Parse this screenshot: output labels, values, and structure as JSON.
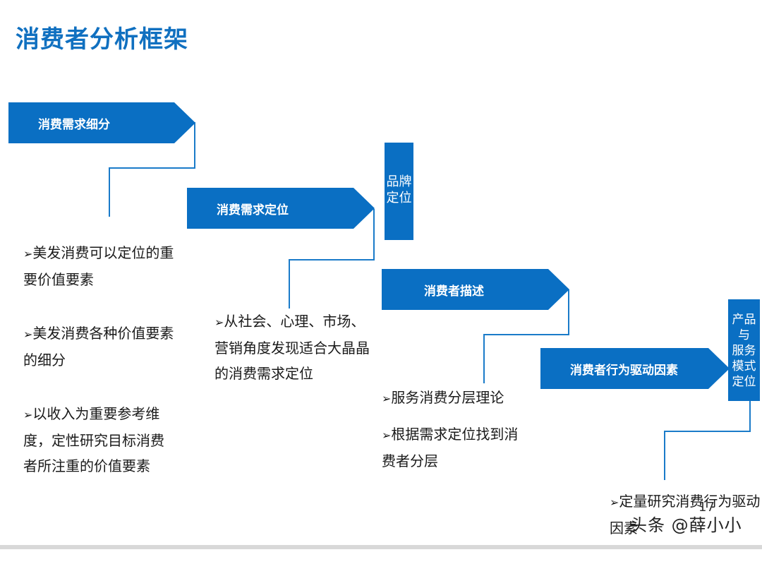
{
  "page": {
    "title": "消费者分析框架",
    "page_number": "17",
    "watermark": "头条 @薛小小"
  },
  "colors": {
    "accent": "#0a6fc3",
    "title": "#1070c0"
  },
  "arrows": [
    {
      "label": "消费需求细分"
    },
    {
      "label": "消费需求定位"
    },
    {
      "label": "消费者描述"
    },
    {
      "label": "消费者行为驱动因素"
    }
  ],
  "boxes": [
    {
      "lines": [
        "品牌",
        "定位"
      ]
    },
    {
      "lines": [
        "产品",
        "与",
        "服务",
        "模式",
        "定位"
      ]
    }
  ],
  "bullet_groups": [
    {
      "items": [
        "美发消费可以定位的重要价值要素",
        "美发消费各种价值要素的细分",
        "以收入为重要参考维度，定性研究目标消费者所注重的价值要素"
      ]
    },
    {
      "items": [
        "从社会、心理、市场、营销角度发现适合大晶晶的消费需求定位"
      ]
    },
    {
      "items": [
        "服务消费分层理论",
        "根据需求定位找到消费者分层"
      ]
    },
    {
      "items": [
        "定量研究消费行为驱动因素"
      ]
    }
  ]
}
